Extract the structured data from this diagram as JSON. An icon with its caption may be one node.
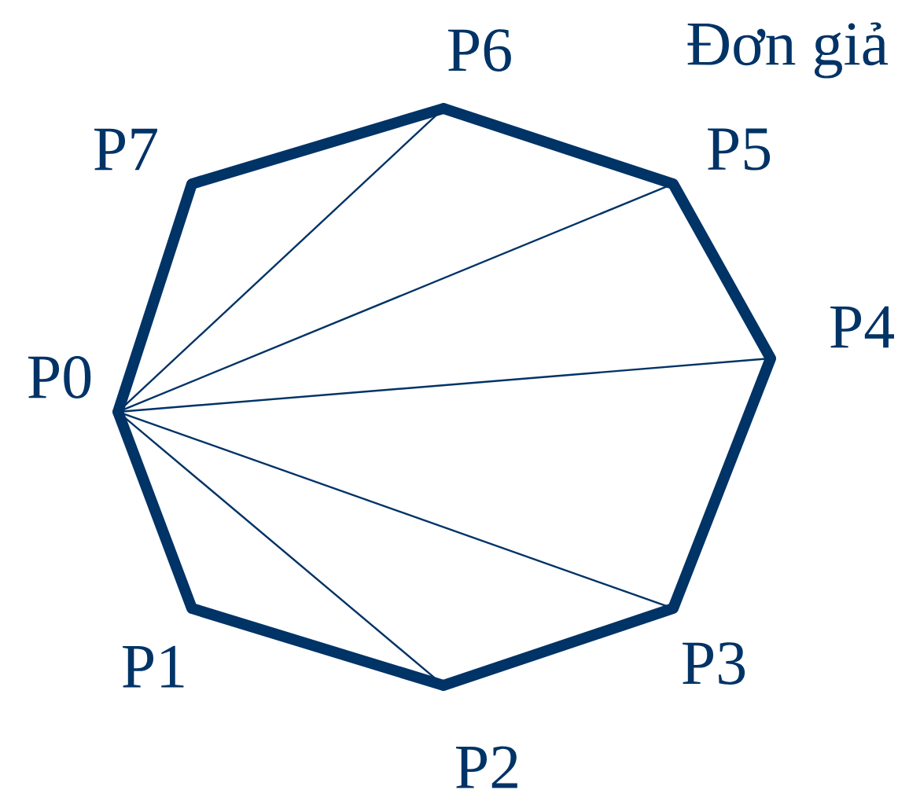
{
  "diagram": {
    "nodes": [
      {
        "text": [
          "P0"
        ]
      },
      {
        "text": [
          "P1"
        ]
      },
      {
        "text": [
          "P2"
        ]
      },
      {
        "text": [
          "P3"
        ]
      },
      {
        "text": [
          "P4"
        ]
      },
      {
        "text": [
          "P5"
        ]
      },
      {
        "text": [
          "P6"
        ]
      },
      {
        "text": [
          "P7"
        ]
      }
    ],
    "edges": [
      {
        "from": 0,
        "to": 1,
        "arrow": "none"
      },
      {
        "from": 1,
        "to": 2,
        "arrow": "none"
      },
      {
        "from": 2,
        "to": 3,
        "arrow": "none"
      },
      {
        "from": 3,
        "to": 4,
        "arrow": "none"
      },
      {
        "from": 4,
        "to": 5,
        "arrow": "none"
      },
      {
        "from": 5,
        "to": 6,
        "arrow": "none"
      },
      {
        "from": 6,
        "to": 7,
        "arrow": "none"
      },
      {
        "from": 7,
        "to": 0,
        "arrow": "none"
      },
      {
        "from": 0,
        "to": 2,
        "arrow": "none"
      },
      {
        "from": 0,
        "to": 3,
        "arrow": "none"
      },
      {
        "from": 0,
        "to": 4,
        "arrow": "none"
      },
      {
        "from": 0,
        "to": 5,
        "arrow": "none"
      },
      {
        "from": 0,
        "to": 6,
        "arrow": "none"
      }
    ],
    "labels": [
      "Đơn giả"
    ]
  }
}
